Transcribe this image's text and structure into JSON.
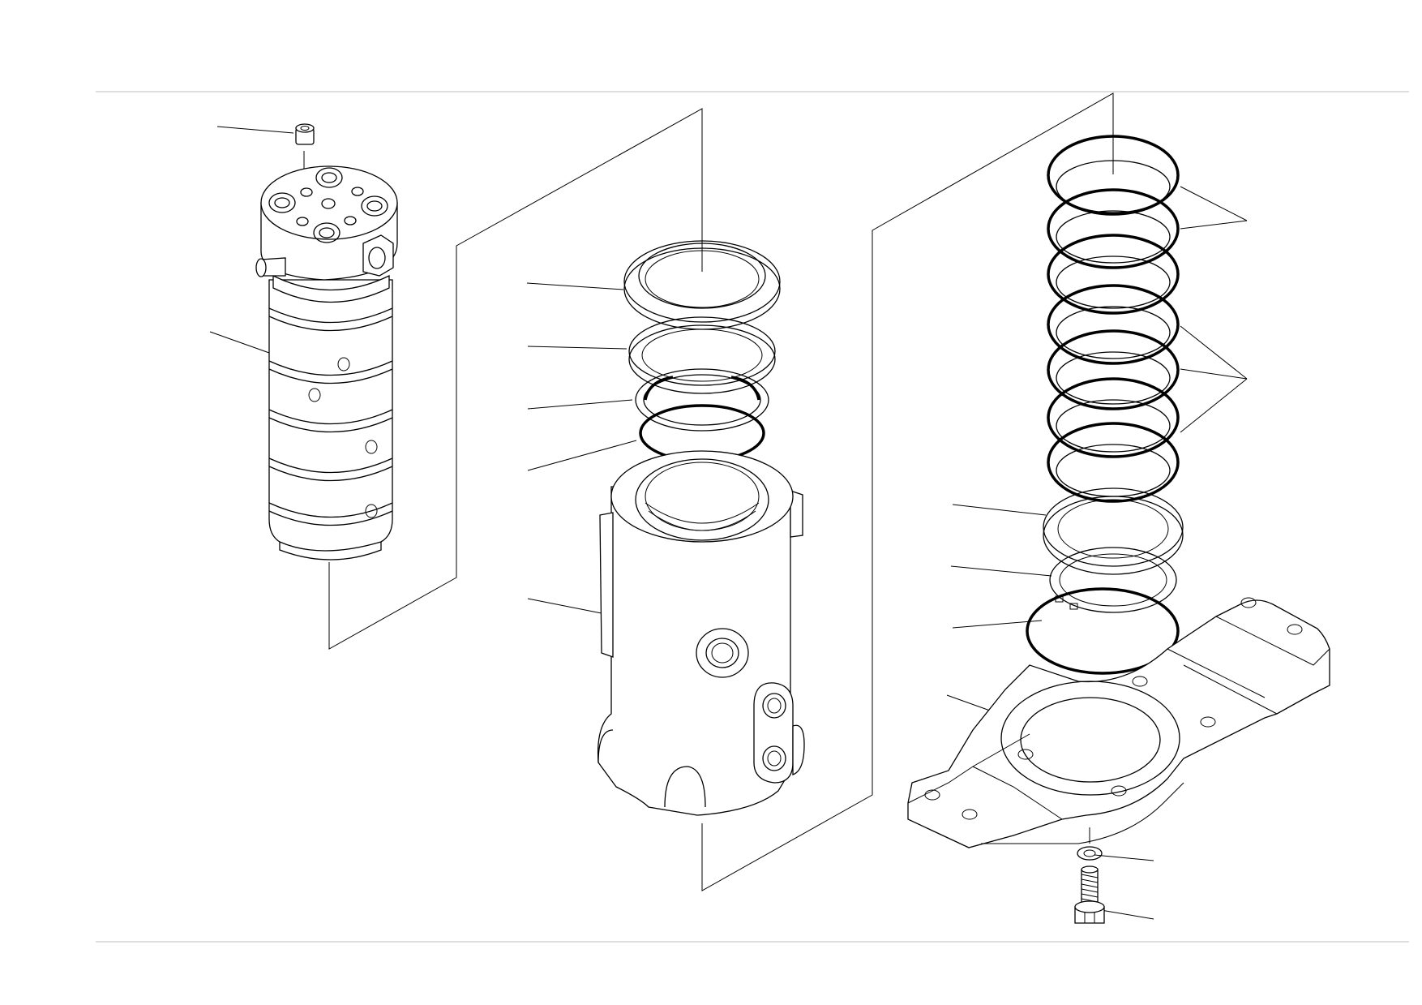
{
  "diagram": {
    "type": "exploded parts drawing",
    "line_color": "#000000",
    "background": "#ffffff",
    "frame_rule_color": "#bdbdbd",
    "components": [
      "set-screw",
      "swivel-shaft",
      "flange-ring",
      "backup-ring",
      "split-ring",
      "o-ring",
      "swivel-housing",
      "seal-ring-stack",
      "thrust-plate",
      "snap-ring",
      "large-o-ring",
      "cover-bracket",
      "washer",
      "bolt"
    ],
    "callout_count": 18
  }
}
